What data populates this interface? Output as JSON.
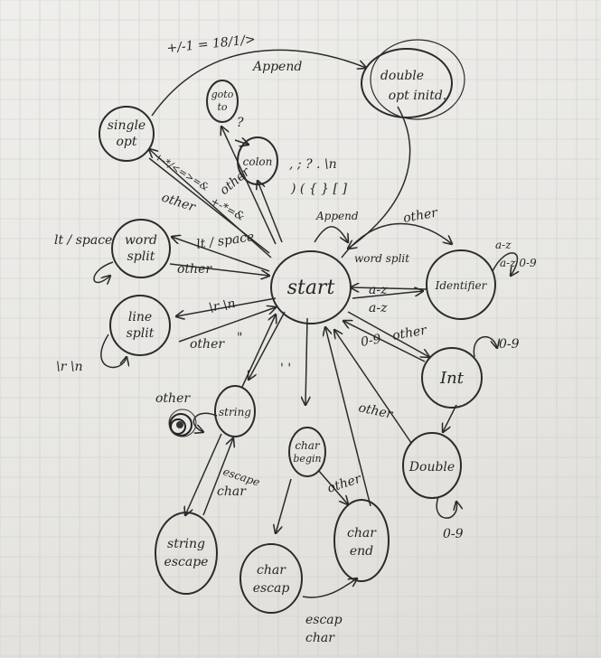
{
  "nodes": {
    "start": "start",
    "double_opt": [
      "double",
      "opt initd."
    ],
    "single_opt": [
      "single",
      "opt"
    ],
    "goto": [
      "goto",
      "to"
    ],
    "colon": "colon",
    "word_split": [
      "word",
      "split"
    ],
    "identifier": "Identifier",
    "line_split": [
      "line",
      "split"
    ],
    "int": "Int",
    "string": "string",
    "char_begin": [
      "char",
      "begin"
    ],
    "double": "Double",
    "char_end": [
      "char",
      "end"
    ],
    "string_escape": [
      "string",
      "escape"
    ],
    "char_escape": [
      "char",
      "escap"
    ]
  },
  "edge_labels": {
    "top_ops": "+/-1 = 18/1/>",
    "append_top": "Append",
    "ops_single": "+-*/<=>=&",
    "other_single": "other",
    "question": "?",
    "other_goto": "other",
    "ops_goto": "+-*=&",
    "punct1": ", ; ? . \\n",
    "punct2": ") ( { } [ ]",
    "append_mid": "Append",
    "other_ident": "other",
    "word_split_back": "word split",
    "az1": "a-z",
    "az2": "a-z",
    "ident_loop1": "a-z",
    "ident_loop2": "a-z 0-9",
    "ws_in": "lt / space",
    "ws_loop": "lt / space",
    "ws_other": "other",
    "ls_in": "\\r \\n",
    "ls_loop": "\\r \\n",
    "ls_other": "other",
    "quote_dbl": "\"",
    "quote_single": "' '",
    "num_in": "0-9",
    "num_other": "other",
    "int_loop": "0-9",
    "double_loop": "0-9",
    "other_double": "other",
    "other_string": "other",
    "escape_str": [
      "escape",
      "char"
    ],
    "other_char": "other",
    "escape_char": [
      "escap",
      "char"
    ]
  }
}
